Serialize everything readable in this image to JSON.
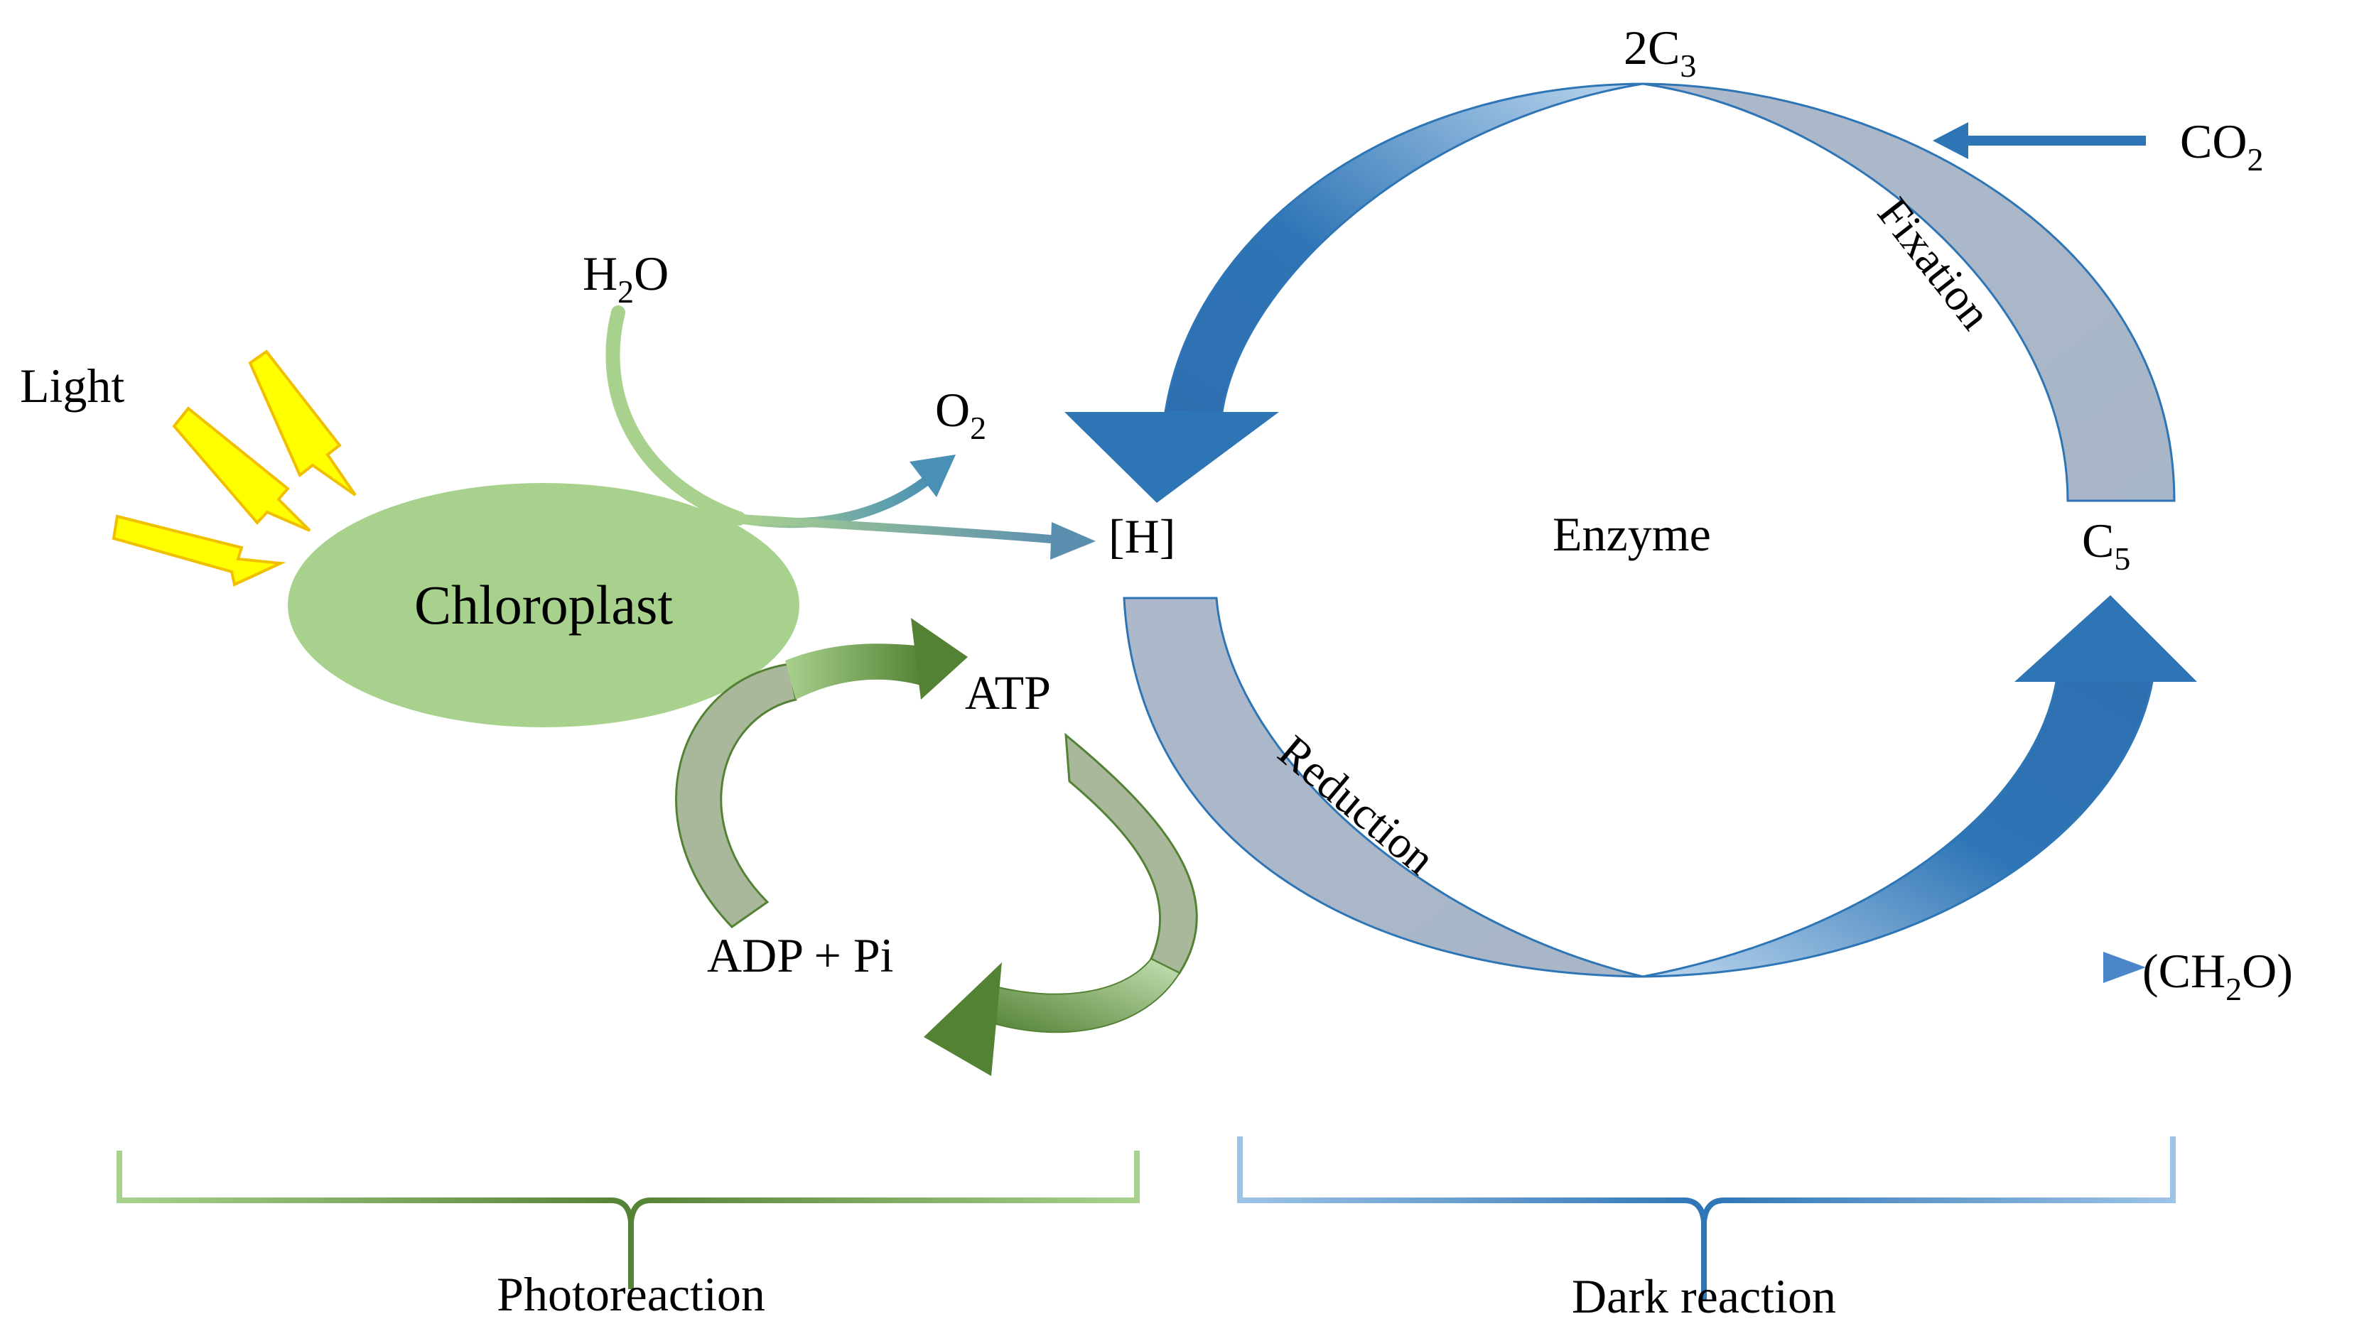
{
  "labels": {
    "light": "Light",
    "water": "H",
    "water_sub": "2",
    "water_tail": "O",
    "oxygen": "O",
    "oxygen_sub": "2",
    "chloroplast": "Chloroplast",
    "h": "[H]",
    "atp": "ATP",
    "adp": "ADP + Pi",
    "two_c3": "2C",
    "two_c3_sub": "3",
    "co2": "CO",
    "co2_sub": "2",
    "fixation": "Fixation",
    "enzyme": "Enzyme",
    "c5": "C",
    "c5_sub": "5",
    "reduction": "Reduction",
    "ch2o_open": "(CH",
    "ch2o_sub": "2",
    "ch2o_close": "O)",
    "photoreaction": "Photoreaction",
    "dark_reaction": "Dark reaction"
  },
  "colors": {
    "chloroplast": "#a9d18e",
    "light_rays": "#ffff00",
    "light_rays_outline": "#f0c000",
    "water_line": "#a9d18e",
    "oxygen_arrow": "#5b9bb0",
    "atp_cycle_dark": "#548235",
    "atp_cycle_light": "#c5e0b4",
    "atp_cycle_grey": "#a9b89a",
    "calvin_blue": "#2e75b6",
    "calvin_light_blue": "#9dc3e6",
    "calvin_grey": "#adb9ca",
    "photoreaction_brace": "#548235",
    "dark_reaction_brace": "#2e75b6"
  }
}
